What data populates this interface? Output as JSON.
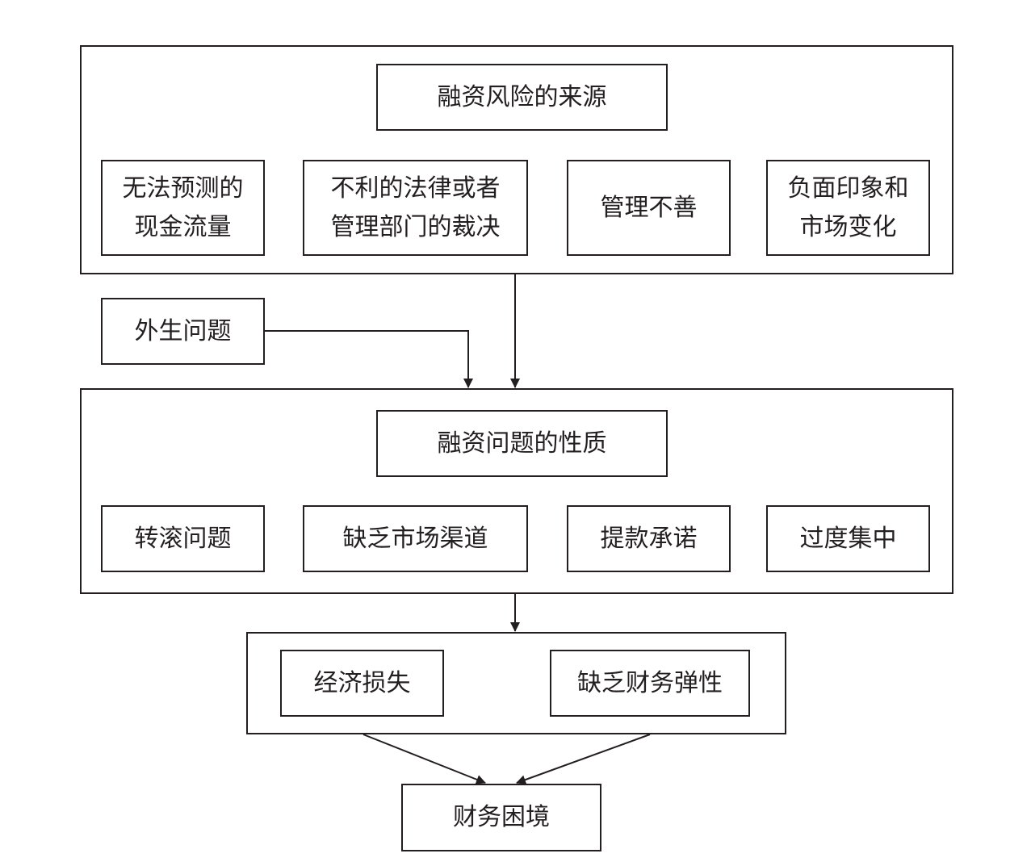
{
  "sources": {
    "title": "融资风险的来源",
    "items": [
      "无法预测的\n现金流量",
      "不利的法律或者\n管理部门的裁决",
      "管理不善",
      "负面印象和\n市场变化"
    ]
  },
  "external": {
    "label": "外生问题"
  },
  "nature": {
    "title": "融资问题的性质",
    "items": [
      "转滚问题",
      "缺乏市场渠道",
      "提款承诺",
      "过度集中"
    ]
  },
  "consequences": {
    "items": [
      "经济损失",
      "缺乏财务弹性"
    ]
  },
  "result": {
    "label": "财务困境"
  },
  "colors": {
    "line": "#231f20",
    "background": "#ffffff"
  }
}
